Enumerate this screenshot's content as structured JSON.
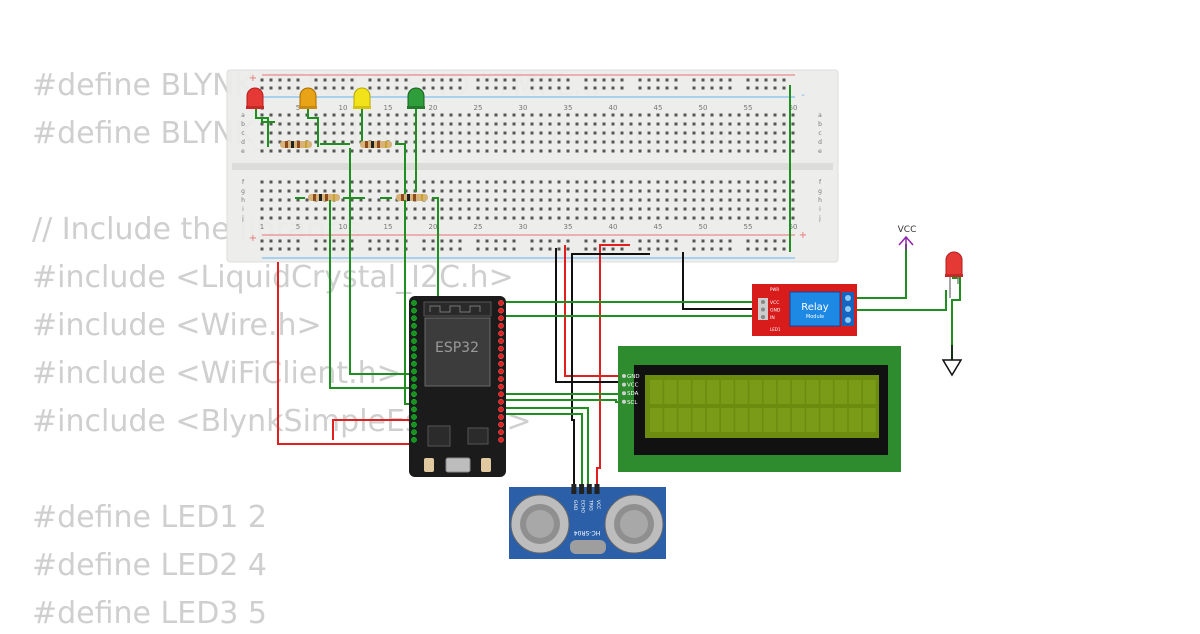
{
  "code_lines": [
    "#define BLYNK_TEMPLATE_ID \"TMPL...\"",
    "#define BLYNK_TEMPLATE_NAME \"Parking Station\"",
    "",
    "// Include the libraries",
    "#include <LiquidCrystal_I2C.h>",
    "#include <Wire.h>",
    "#include <WiFiClient.h>",
    "#include <BlynkSimpleEsp32.h>",
    "",
    "#define LED1 2",
    "#define LED2 4",
    "#define LED3 5"
  ],
  "breadboard": {
    "column_numbers": [
      "1",
      "5",
      "10",
      "15",
      "20",
      "25",
      "30",
      "35",
      "40",
      "45",
      "50",
      "55",
      "60"
    ],
    "row_letters_top": [
      "a",
      "b",
      "c",
      "d",
      "e"
    ],
    "row_letters_bottom": [
      "f",
      "g",
      "h",
      "i",
      "j"
    ],
    "plus_sign": "+",
    "minus_sign": "-"
  },
  "esp32": {
    "label": "ESP32"
  },
  "lcd": {
    "pins": [
      "GND",
      "VCC",
      "SDA",
      "SCL"
    ]
  },
  "relay": {
    "title": "Relay",
    "subtitle": "Module",
    "pins": [
      "VCC",
      "GND",
      "IN"
    ],
    "pwr_label": "PWR",
    "led_label": "LED1"
  },
  "ultrasonic": {
    "label": "HC-SR04",
    "pins": [
      "VCC",
      "TRIG",
      "ECHO",
      "GND"
    ]
  },
  "power": {
    "vcc_label": "VCC"
  },
  "colors": {
    "wire_green": "#1f8f1f",
    "wire_red": "#e02020",
    "wire_black": "#111111",
    "led_red": "#e53935",
    "led_orange": "#e8a317",
    "led_yellow": "#f2e21a",
    "led_green": "#2e9e3a",
    "lcd_screen": "#6c8c10",
    "lcd_board": "#2e8b2e",
    "relay_board": "#d81b1b",
    "sonar_board": "#2b5fa8",
    "vcc_purple": "#8e24aa"
  }
}
